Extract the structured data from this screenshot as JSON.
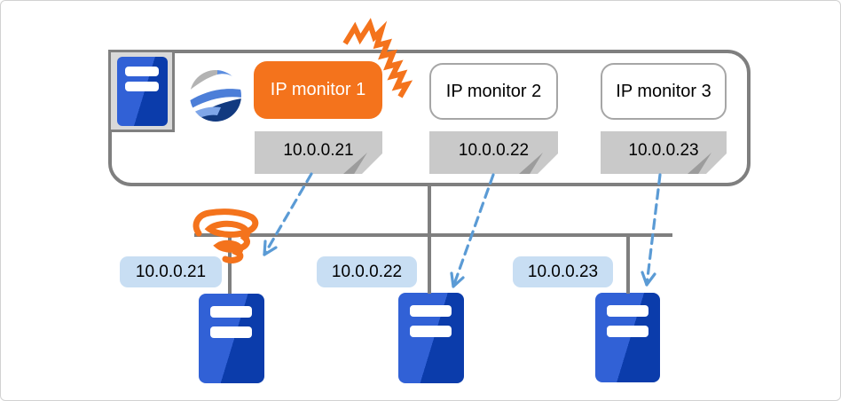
{
  "cluster": {
    "monitors": [
      {
        "label": "IP monitor 1",
        "ip": "10.0.0.21",
        "state": "failed"
      },
      {
        "label": "IP monitor 2",
        "ip": "10.0.0.22",
        "state": "normal"
      },
      {
        "label": "IP monitor 3",
        "ip": "10.0.0.23",
        "state": "normal"
      }
    ]
  },
  "network_servers": [
    {
      "ip": "10.0.0.21"
    },
    {
      "ip": "10.0.0.22"
    },
    {
      "ip": "10.0.0.23"
    }
  ],
  "icons": {
    "cluster_server": "server-icon",
    "logo": "wave-sphere-logo-icon",
    "failure_burst": "crash-burst-icon",
    "broken_link": "broken-link-coil-icon",
    "probe_arrows": "dashed-arrow-icon"
  },
  "colors": {
    "alert_orange": "#f4731c",
    "arrow_blue": "#5b9bd5",
    "server_blue_light": "#3161d6",
    "server_blue_dark": "#0b3cab",
    "note_gray": "#c9c9c9",
    "note_fold_gray": "#9c9c9c",
    "ip_label_bg": "#c8def3",
    "line_gray": "#7f7f7f"
  }
}
